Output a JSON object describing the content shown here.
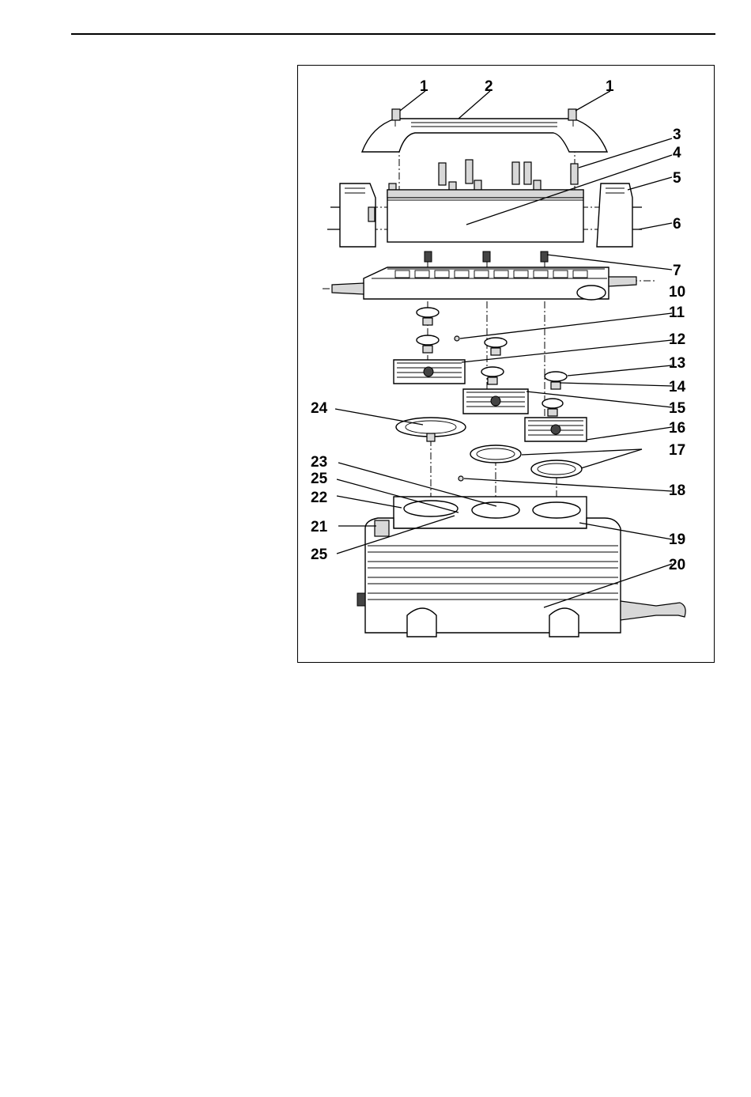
{
  "figure": {
    "callouts": {
      "c1a": "1",
      "c2": "2",
      "c1b": "1",
      "c3": "3",
      "c4": "4",
      "c5": "5",
      "c6": "6",
      "c7": "7",
      "c10": "10",
      "c11": "11",
      "c12": "12",
      "c13": "13",
      "c14": "14",
      "c15": "15",
      "c16": "16",
      "c17": "17",
      "c18": "18",
      "c19": "19",
      "c20": "20",
      "c21": "21",
      "c22": "22",
      "c23": "23",
      "c24": "24",
      "c25a": "25",
      "c25b": "25"
    }
  }
}
